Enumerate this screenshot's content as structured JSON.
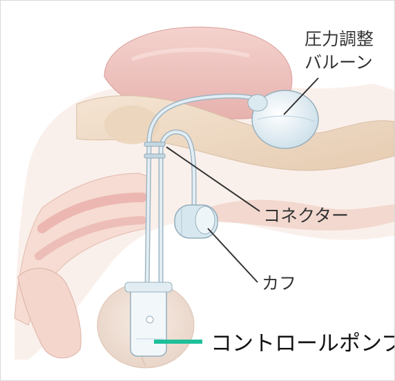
{
  "labels": {
    "pressure_balloon_line1": "圧力調整",
    "pressure_balloon_line2": "バルーン",
    "connector": "コネクター",
    "cuff": "カフ",
    "control_pump": "コントロールポンプ"
  },
  "colors": {
    "background": "#ffffff",
    "leader_line": "#333333",
    "pump_marker": "#1fbf9a",
    "tissue_pink": "#f2c9c4",
    "tissue_dark": "#e3a7a4",
    "bone_beige": "#efdcc6",
    "device_blue": "#cfe3ee",
    "device_outline": "#9fb6c4"
  }
}
